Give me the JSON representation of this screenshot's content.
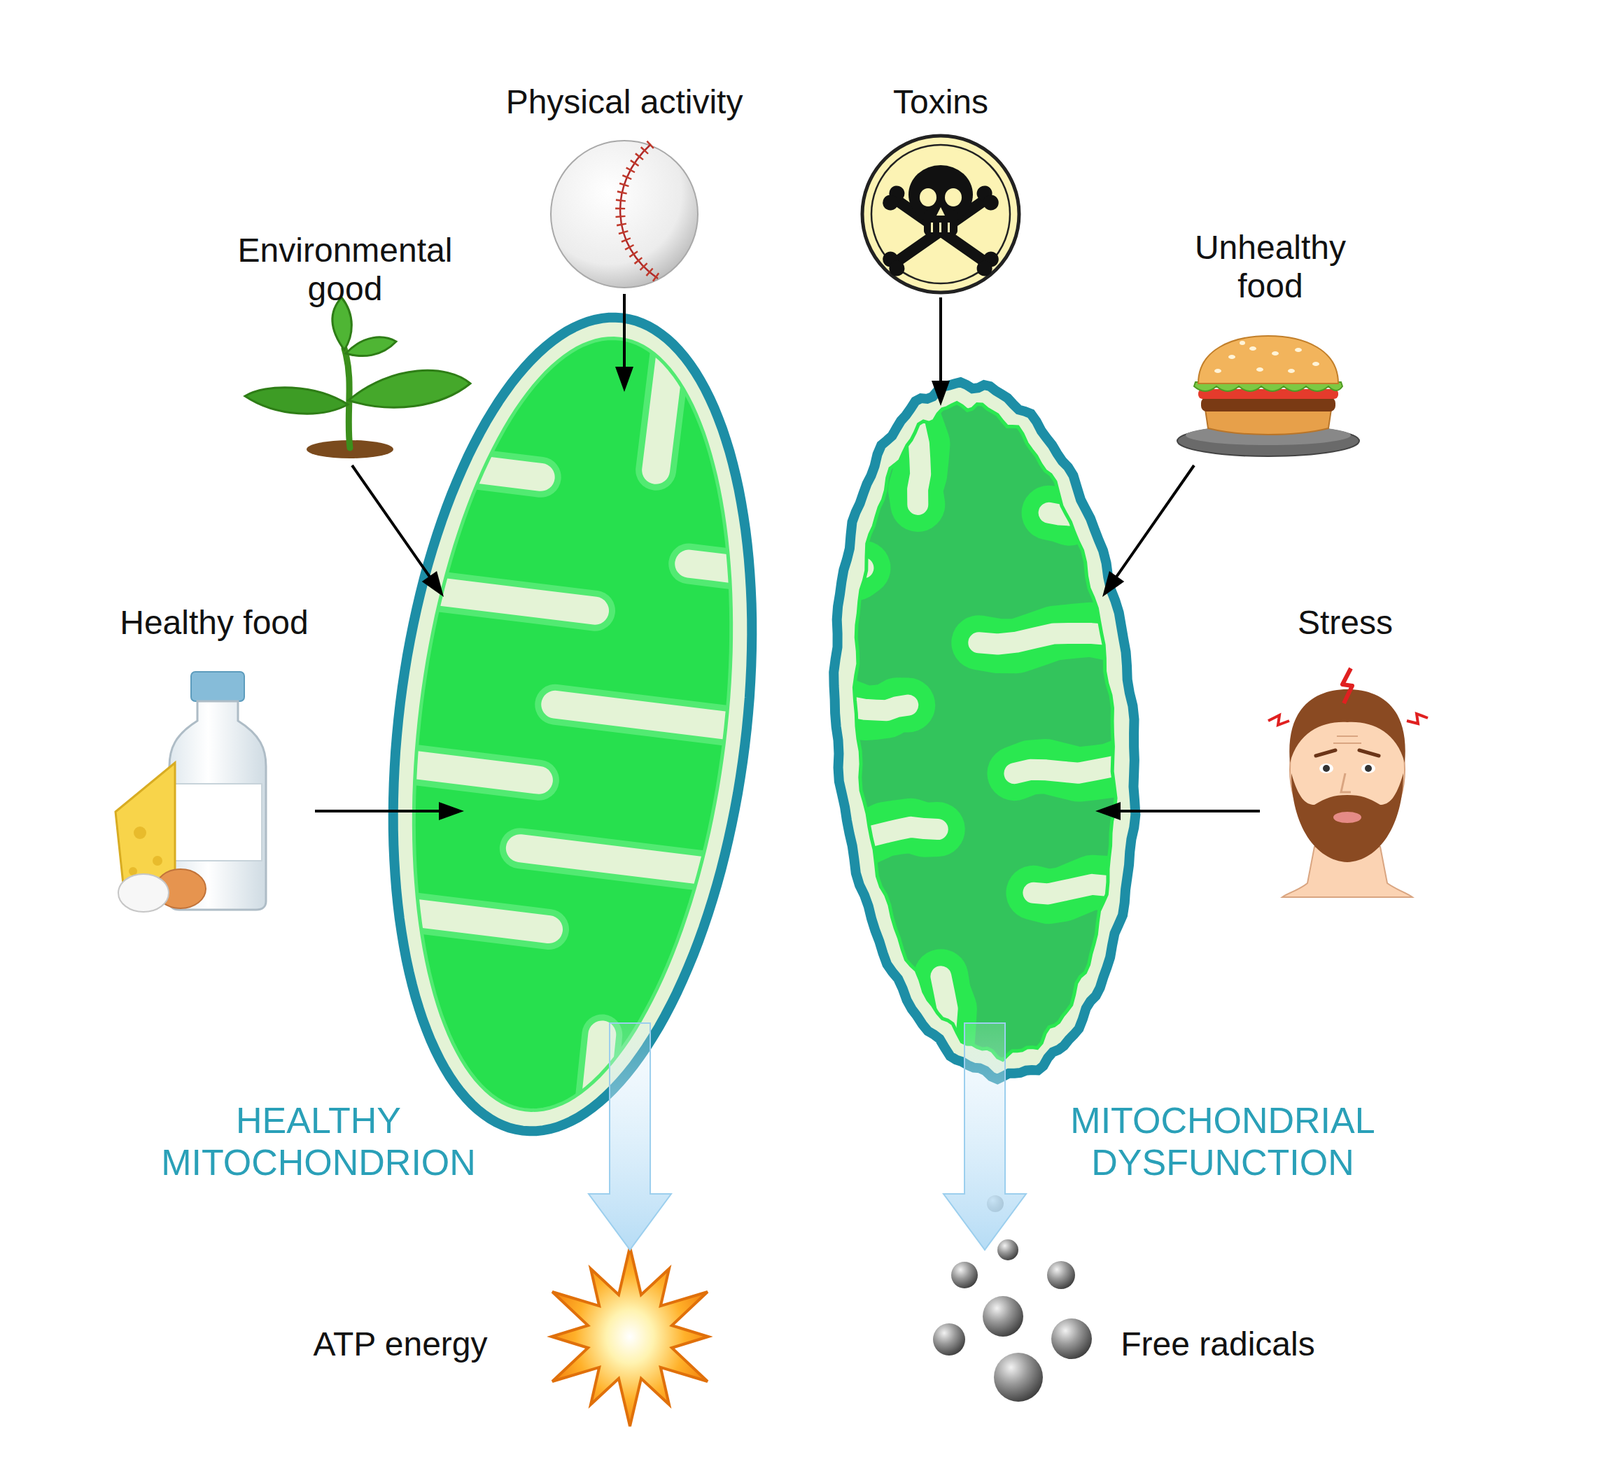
{
  "diagram": {
    "nodes": [
      {
        "text": [
          "Physical activity"
        ]
      },
      {
        "text": [
          "Environmental good"
        ]
      },
      {
        "text": [
          "Healthy food"
        ]
      },
      {
        "text": [
          "HEALTHY MITOCHONDRION"
        ]
      },
      {
        "text": [
          "ATP energy"
        ]
      },
      {
        "text": [
          "Toxins"
        ]
      },
      {
        "text": [
          "Unhealthy food"
        ]
      },
      {
        "text": [
          "Stress"
        ]
      },
      {
        "text": [
          "MITOCHONDRIAL DYSFUNCTION"
        ]
      },
      {
        "text": [
          "Free radicals"
        ]
      }
    ],
    "edges": [
      {
        "from": 0,
        "to": 3,
        "arrow": "to"
      },
      {
        "from": 1,
        "to": 3,
        "arrow": "to"
      },
      {
        "from": 2,
        "to": 3,
        "arrow": "to"
      },
      {
        "from": 3,
        "to": 4,
        "arrow": "to"
      },
      {
        "from": 5,
        "to": 8,
        "arrow": "to"
      },
      {
        "from": 6,
        "to": 8,
        "arrow": "to"
      },
      {
        "from": 7,
        "to": 8,
        "arrow": "to"
      },
      {
        "from": 8,
        "to": 9,
        "arrow": "to"
      }
    ]
  }
}
